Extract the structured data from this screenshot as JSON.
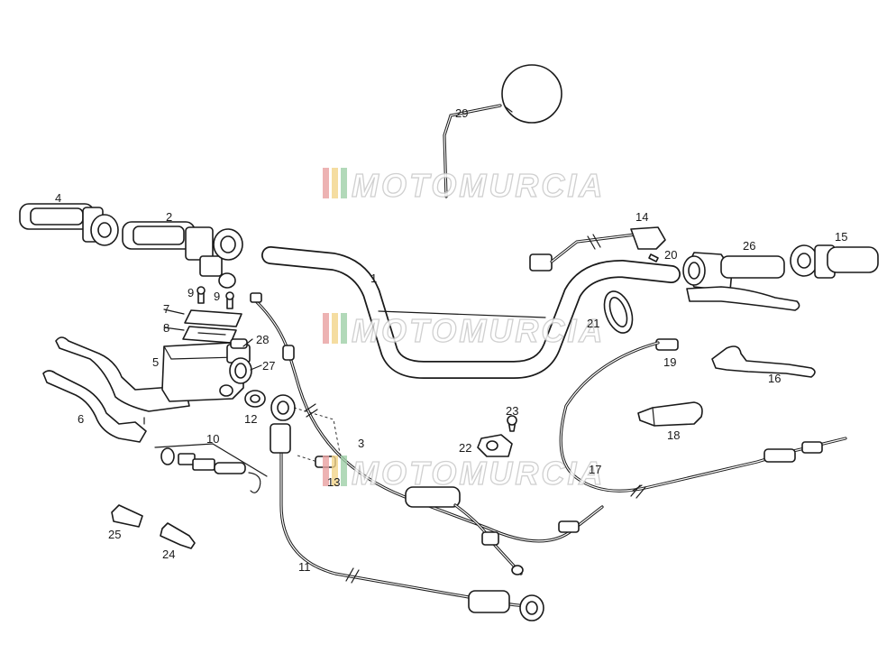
{
  "watermark": {
    "text": "MOTOMURCIA",
    "stripe_colors": [
      "#e8a0a0",
      "#f2d58a",
      "#9fd0a8"
    ]
  },
  "callouts": [
    {
      "id": "p1",
      "label": "1"
    },
    {
      "id": "p2",
      "label": "2"
    },
    {
      "id": "p3",
      "label": "3"
    },
    {
      "id": "p4",
      "label": "4"
    },
    {
      "id": "p5",
      "label": "5"
    },
    {
      "id": "p6",
      "label": "6"
    },
    {
      "id": "p7",
      "label": "7"
    },
    {
      "id": "p8",
      "label": "8"
    },
    {
      "id": "p9a",
      "label": "9"
    },
    {
      "id": "p9b",
      "label": "9"
    },
    {
      "id": "p10",
      "label": "10"
    },
    {
      "id": "p11",
      "label": "11"
    },
    {
      "id": "p12",
      "label": "12"
    },
    {
      "id": "p13",
      "label": "13"
    },
    {
      "id": "p14",
      "label": "14"
    },
    {
      "id": "p15",
      "label": "15"
    },
    {
      "id": "p16",
      "label": "16"
    },
    {
      "id": "p17",
      "label": "17"
    },
    {
      "id": "p18",
      "label": "18"
    },
    {
      "id": "p19",
      "label": "19"
    },
    {
      "id": "p20",
      "label": "20"
    },
    {
      "id": "p21",
      "label": "21"
    },
    {
      "id": "p22",
      "label": "22"
    },
    {
      "id": "p23",
      "label": "23"
    },
    {
      "id": "p24",
      "label": "24"
    },
    {
      "id": "p25",
      "label": "25"
    },
    {
      "id": "p26",
      "label": "26"
    },
    {
      "id": "p27",
      "label": "27"
    },
    {
      "id": "p28",
      "label": "28"
    },
    {
      "id": "p29",
      "label": "29"
    }
  ]
}
